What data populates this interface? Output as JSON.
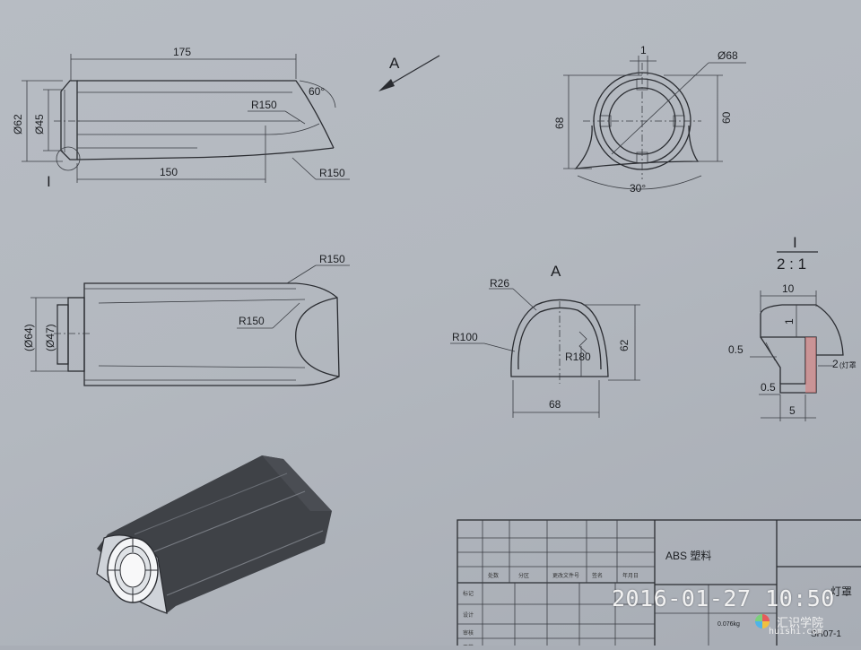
{
  "front_view": {
    "d_length_top": "175",
    "d_dia_outer": "Ø62",
    "d_dia_inner": "Ø45",
    "d_angle": "60°",
    "d_r_inner": "R150",
    "d_r_outer": "R150",
    "d_length_bottom": "150",
    "detail_marker": "I",
    "view_arrow_label": "A"
  },
  "side_view": {
    "d_width_1": "1",
    "d_dia": "Ø68",
    "d_height_left": "68",
    "d_height_right": "60",
    "d_angle": "30°"
  },
  "top_view": {
    "d_r_top": "R150",
    "d_r_mid": "R150",
    "d_dia_64": "(Ø64)",
    "d_dia_47": "(Ø47)"
  },
  "view_a": {
    "title": "A",
    "d_r26": "R26",
    "d_r100": "R100",
    "d_r180": "R180",
    "d_height": "62",
    "d_width": "68"
  },
  "detail_i": {
    "title": "I",
    "scale": "2 : 1",
    "d_10": "10",
    "d_1": "1",
    "d_05_top": "0.5",
    "d_05_bot": "0.5",
    "d_2": "2",
    "d_2_note": "(灯罩",
    "d_5": "5"
  },
  "title_block": {
    "material": "ABS 塑料",
    "part_name": "灯罩",
    "mass": "0.076kg",
    "drawing_no": "SH07-1",
    "row_labels": [
      "标记",
      "设计",
      "审核",
      "工艺"
    ],
    "col_labels": [
      "处数",
      "分区",
      "更改文件号",
      "签名",
      "年月日"
    ]
  },
  "overlay": {
    "timestamp": "2016-01-27 10:50",
    "watermark_cn": "汇识学院",
    "watermark_url": "huishi.com"
  },
  "colors": {
    "paper": "#b7bcc3",
    "ink": "#2a2c31",
    "render_dark": "#3f4247"
  }
}
